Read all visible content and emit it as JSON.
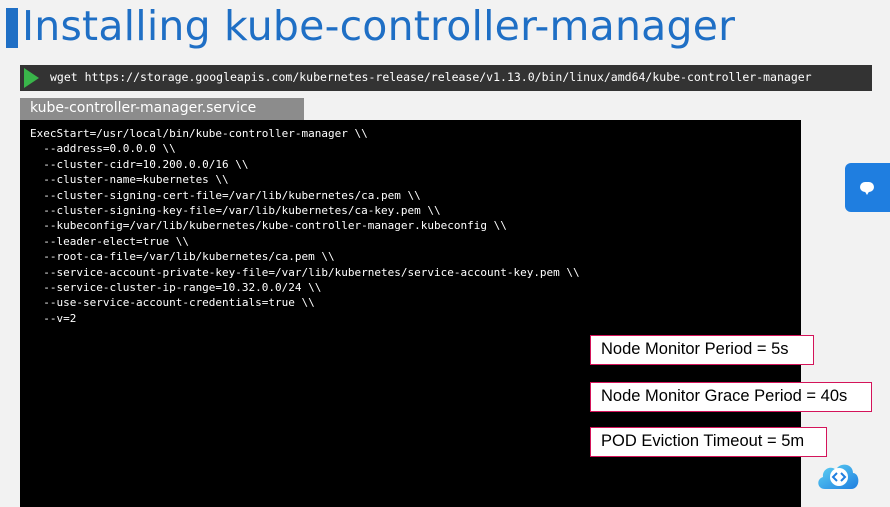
{
  "slide": {
    "title": "Installing kube-controller-manager"
  },
  "command_bar": {
    "text": "wget https://storage.googleapis.com/kubernetes-release/release/v1.13.0/bin/linux/amd64/kube-controller-manager"
  },
  "file_tab": {
    "label": "kube-controller-manager.service"
  },
  "code_lines": [
    "ExecStart=/usr/local/bin/kube-controller-manager \\\\",
    "  --address=0.0.0.0 \\\\",
    "  --cluster-cidr=10.200.0.0/16 \\\\",
    "  --cluster-name=kubernetes \\\\",
    "  --cluster-signing-cert-file=/var/lib/kubernetes/ca.pem \\\\",
    "  --cluster-signing-key-file=/var/lib/kubernetes/ca-key.pem \\\\",
    "  --kubeconfig=/var/lib/kubernetes/kube-controller-manager.kubeconfig \\\\",
    "  --leader-elect=true \\\\",
    "  --root-ca-file=/var/lib/kubernetes/ca.pem \\\\",
    "  --service-account-private-key-file=/var/lib/kubernetes/service-account-key.pem \\\\",
    "  --service-cluster-ip-range=10.32.0.0/24 \\\\",
    "  --use-service-account-credentials=true \\\\",
    "  --v=2"
  ],
  "callouts": [
    "Node Monitor Period = 5s",
    "Node Monitor Grace Period = 40s",
    "POD Eviction Timeout = 5m"
  ],
  "icons": {
    "run": "play-icon",
    "side_tab": "chat-bubble-icon",
    "logo": "cloud-code-logo-icon"
  },
  "colors": {
    "title": "#1f6fc5",
    "command_bar": "#333333",
    "play": "#39b54a",
    "file_tab": "#8c8c8c",
    "terminal": "#000000",
    "callout_border": "#d4145a",
    "side_tab": "#1f7ee0"
  }
}
